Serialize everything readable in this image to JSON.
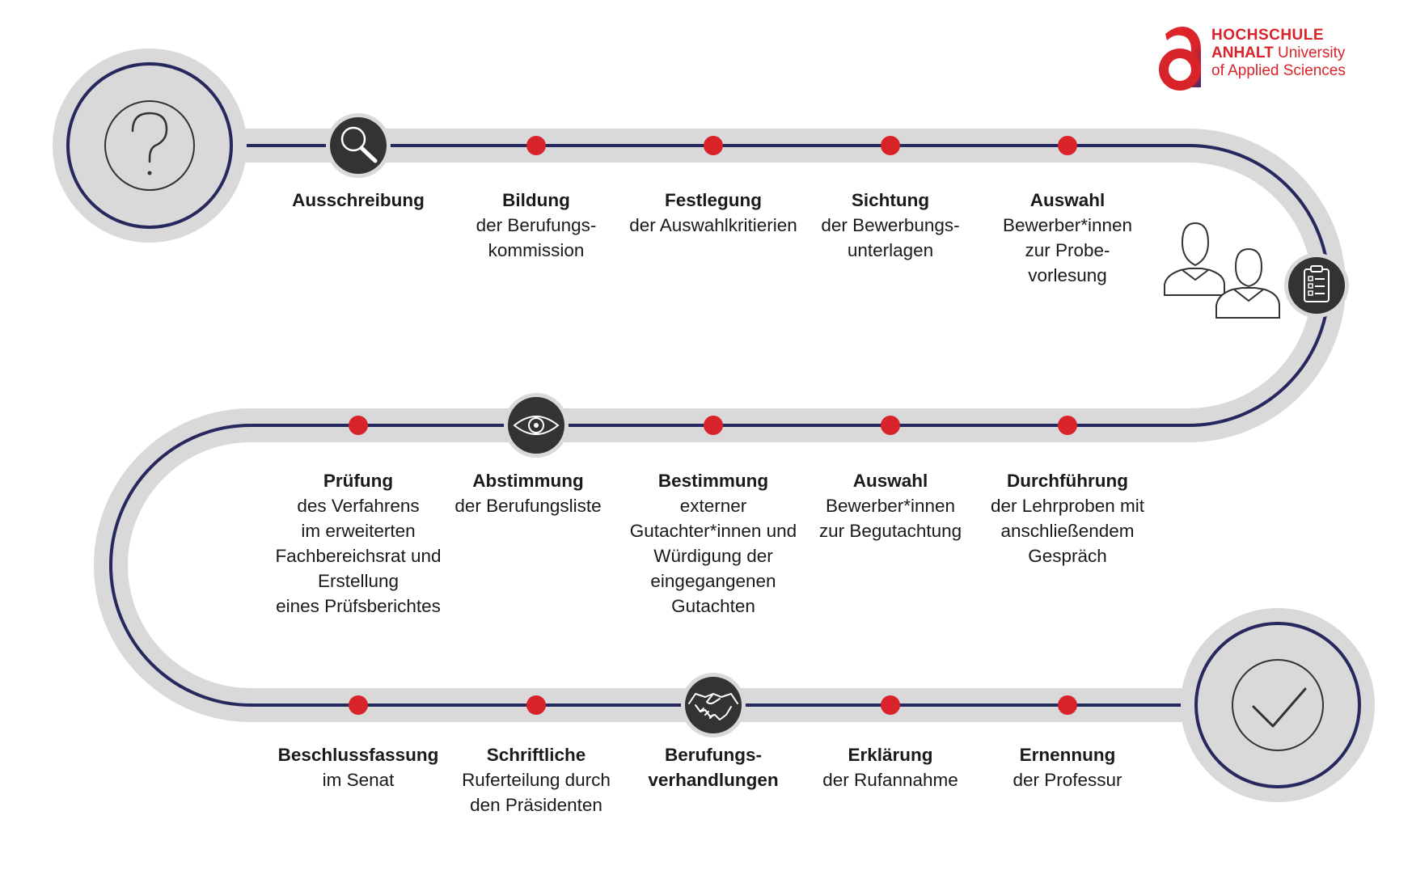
{
  "logo": {
    "line1": "HOCHSCHULE",
    "line2_bold": "ANHALT",
    "line2_rest": " University",
    "line3": "of Applied Sciences",
    "color": "#d9232a"
  },
  "colors": {
    "track_outer": "#d9d9d9",
    "track_line": "#27285e",
    "dot": "#d9232a",
    "icon_bg": "#333333"
  },
  "icons": {
    "start": "question-mark-icon",
    "search": "magnifier-icon",
    "clipboard": "clipboard-checklist-icon",
    "persons": "two-persons-icon",
    "eye": "eye-icon",
    "handshake": "handshake-icon",
    "end": "checkmark-icon"
  },
  "steps": [
    {
      "title": "Ausschreibung",
      "desc": ""
    },
    {
      "title": "Bildung",
      "desc": "der Berufungs-\nkommission"
    },
    {
      "title": "Festlegung",
      "desc": "der Auswahlkritierien"
    },
    {
      "title": "Sichtung",
      "desc": "der Bewerbungs-\nunterlagen"
    },
    {
      "title": "Auswahl",
      "desc": "Bewerber*innen\nzur Probe-\nvorlesung"
    },
    {
      "title": "Durchführung",
      "desc": "der  Lehrproben mit\nanschließendem\nGespräch"
    },
    {
      "title": "Auswahl",
      "desc": "Bewerber*innen\nzur Begutachtung"
    },
    {
      "title": "Bestimmung",
      "desc": "externer\nGutachter*innen und\nWürdigung der\neingegangenen\nGutachten"
    },
    {
      "title": "Abstimmung",
      "desc": "der Berufungsliste"
    },
    {
      "title": "Prüfung",
      "desc": "des Verfahrens\nim erweiterten\nFachbereichsrat und\nErstellung\neines Prüfsberichtes"
    },
    {
      "title": "Beschlussfassung",
      "desc": "im Senat"
    },
    {
      "title": "Schriftliche",
      "desc": "Ruferteilung durch\nden Präsidenten"
    },
    {
      "title": "Berufungs-\nverhandlungen",
      "desc": ""
    },
    {
      "title": "Erklärung",
      "desc": "der Rufannahme"
    },
    {
      "title": "Ernennung",
      "desc": "der Professur"
    }
  ]
}
